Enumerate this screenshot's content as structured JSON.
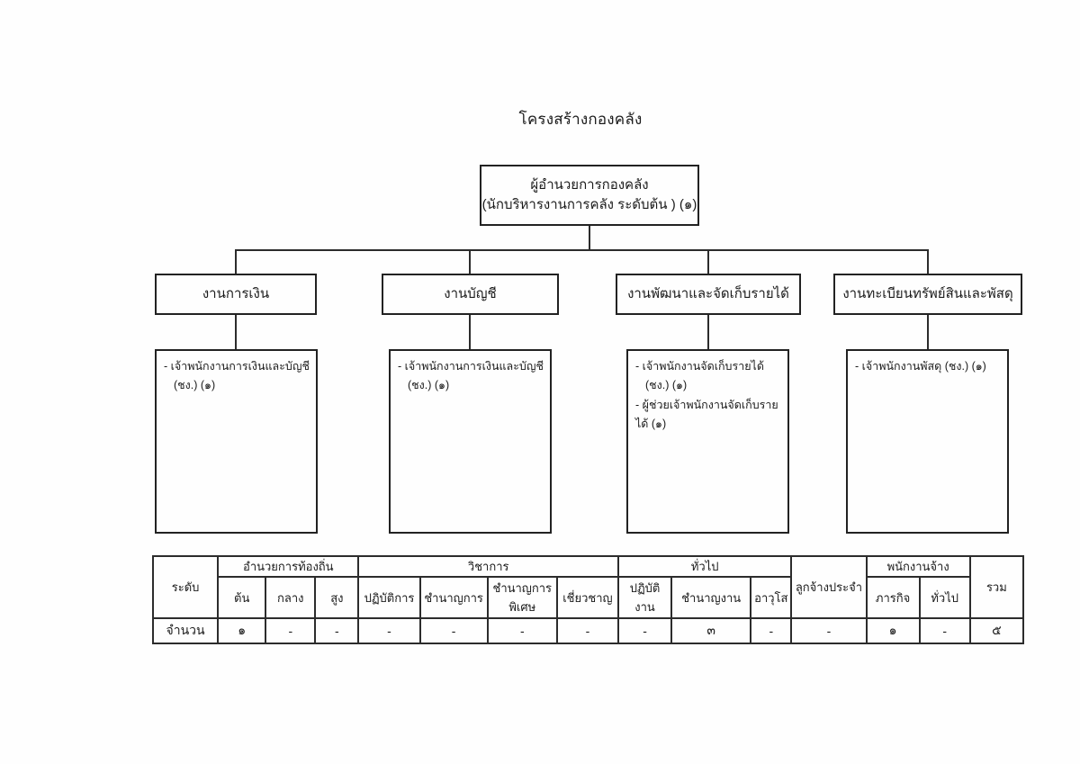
{
  "page": {
    "title": "โครงสร้างกองคลัง"
  },
  "chart": {
    "director": {
      "line1": "ผู้อำนวยการกองคลัง",
      "line2": "(นักบริหารงานการคลัง ระดับต้น ) (๑)"
    },
    "sections": [
      {
        "name": "งานการเงิน",
        "staff": [
          "- เจ้าพนักงานการเงินและบัญชี",
          "(ชง.) (๑)"
        ]
      },
      {
        "name": "งานบัญชี",
        "staff": [
          "- เจ้าพนักงานการเงินและบัญชี",
          "(ชง.) (๑)"
        ]
      },
      {
        "name": "งานพัฒนาและจัดเก็บรายได้",
        "staff": [
          "- เจ้าพนักงานจัดเก็บรายได้",
          "(ชง.) (๑)",
          "- ผู้ช่วยเจ้าพนักงานจัดเก็บรายได้ (๑)"
        ]
      },
      {
        "name": "งานทะเบียนทรัพย์สินและพัสดุ",
        "staff": [
          "- เจ้าพนักงานพัสดุ  (ชง.) (๑)"
        ]
      }
    ]
  },
  "table": {
    "row_label_header": "ระดับ",
    "groups": {
      "local_admin": "อำนวยการท้องถิ่น",
      "academic": "วิชาการ",
      "general": "ทั่วไป",
      "permanent_employee": "ลูกจ้างประจำ",
      "contract_employee": "พนักงานจ้าง",
      "total": "รวม"
    },
    "sub_headers": [
      "ต้น",
      "กลาง",
      "สูง",
      "ปฏิบัติการ",
      "ชำนาญการ",
      "ชำนาญการ​พิเศษ",
      "เชี่ยวชาญ",
      "ปฏิบัติงาน",
      "ชำนาญงาน",
      "อาวุโส",
      "ภารกิจ",
      "ทั่วไป"
    ],
    "data_row": {
      "label": "จำนวน",
      "values": [
        "๑",
        "-",
        "-",
        "-",
        "-",
        "-",
        "-",
        "-",
        "๓",
        "-",
        "-",
        "๑",
        "-",
        "๕"
      ]
    }
  }
}
